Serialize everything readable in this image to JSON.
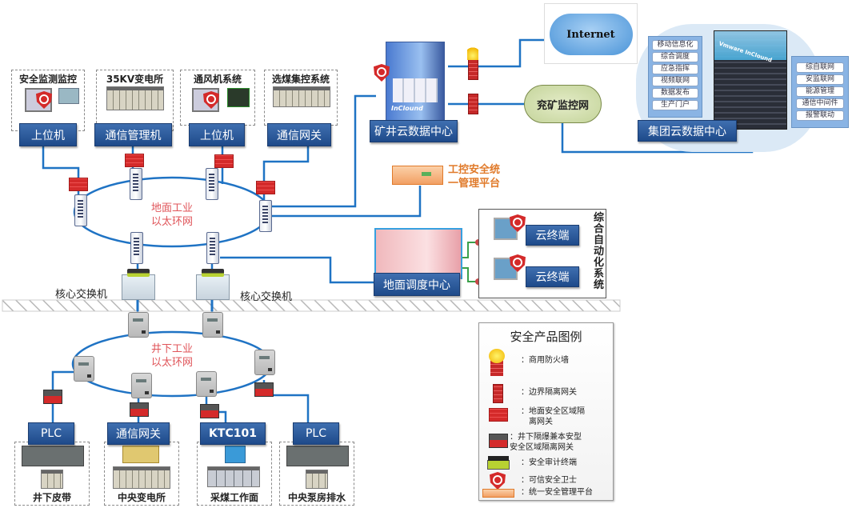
{
  "surface": {
    "top_systems": [
      {
        "title": "安全监测监控",
        "label": "上位机"
      },
      {
        "title": "35KV变电所",
        "label": "通信管理机"
      },
      {
        "title": "通风机系统",
        "label": "上位机"
      },
      {
        "title": "选煤集控系统",
        "label": "通信网关"
      }
    ],
    "ring_label": [
      "地面工业",
      "以太环网"
    ],
    "core_switch_label": "核心交换机",
    "mine_cloud": {
      "label": "矿井云数据中心",
      "brand": "InClound"
    },
    "internet_label": "Internet",
    "monitor_net_label": "兖矿监控网",
    "group_cloud": {
      "label": "集团云数据中心",
      "brand": "Vmware InClound",
      "left_apps": [
        "移动信息化",
        "综合调度",
        "应急指挥",
        "视频联网",
        "数据发布",
        "生产门户"
      ],
      "right_apps": [
        "综自联网",
        "安监联网",
        "能源管理",
        "通信中间件",
        "报警联动"
      ]
    },
    "mgmt_platform_label": [
      "工控安全统",
      "一管理平台"
    ],
    "dispatch_center_label": "地面调度中心",
    "automation_system": {
      "title": "综合自动化系统",
      "terminals": [
        "云终端",
        "云终端"
      ]
    }
  },
  "underground": {
    "ring_label": [
      "井下工业",
      "以太环网"
    ],
    "systems": [
      {
        "label": "PLC",
        "title": "井下皮带"
      },
      {
        "label": "通信网关",
        "title": "中央变电所"
      },
      {
        "label": "KTC101",
        "title": "采煤工作面"
      },
      {
        "label": "PLC",
        "title": "中央泵房排水"
      }
    ]
  },
  "legend": {
    "title": "安全产品图例",
    "items": [
      {
        "icon": "commercial-firewall-icon",
        "label": "：商用防火墙"
      },
      {
        "icon": "boundary-gateway-icon",
        "label": "：边界隔离网关"
      },
      {
        "icon": "surface-zone-gateway-icon",
        "label": "：地面安全区域隔\n　离网关"
      },
      {
        "icon": "underground-zone-gateway-icon",
        "label": "：井下隔爆兼本安型\n安全区域隔离网关"
      },
      {
        "icon": "audit-terminal-icon",
        "label": "：安全审计终端"
      },
      {
        "icon": "trusted-guard-shield-icon",
        "label": "：可信安全卫士"
      },
      {
        "icon": "unified-mgmt-platform-icon",
        "label": "：统一安全管理平台"
      }
    ]
  },
  "colors": {
    "wire": "#1f73c4",
    "label_blue": "#2a5a9c",
    "firewall_red": "#d42a2a",
    "ring_text": "#e0555a",
    "mgmt_orange": "#e07a2a"
  }
}
